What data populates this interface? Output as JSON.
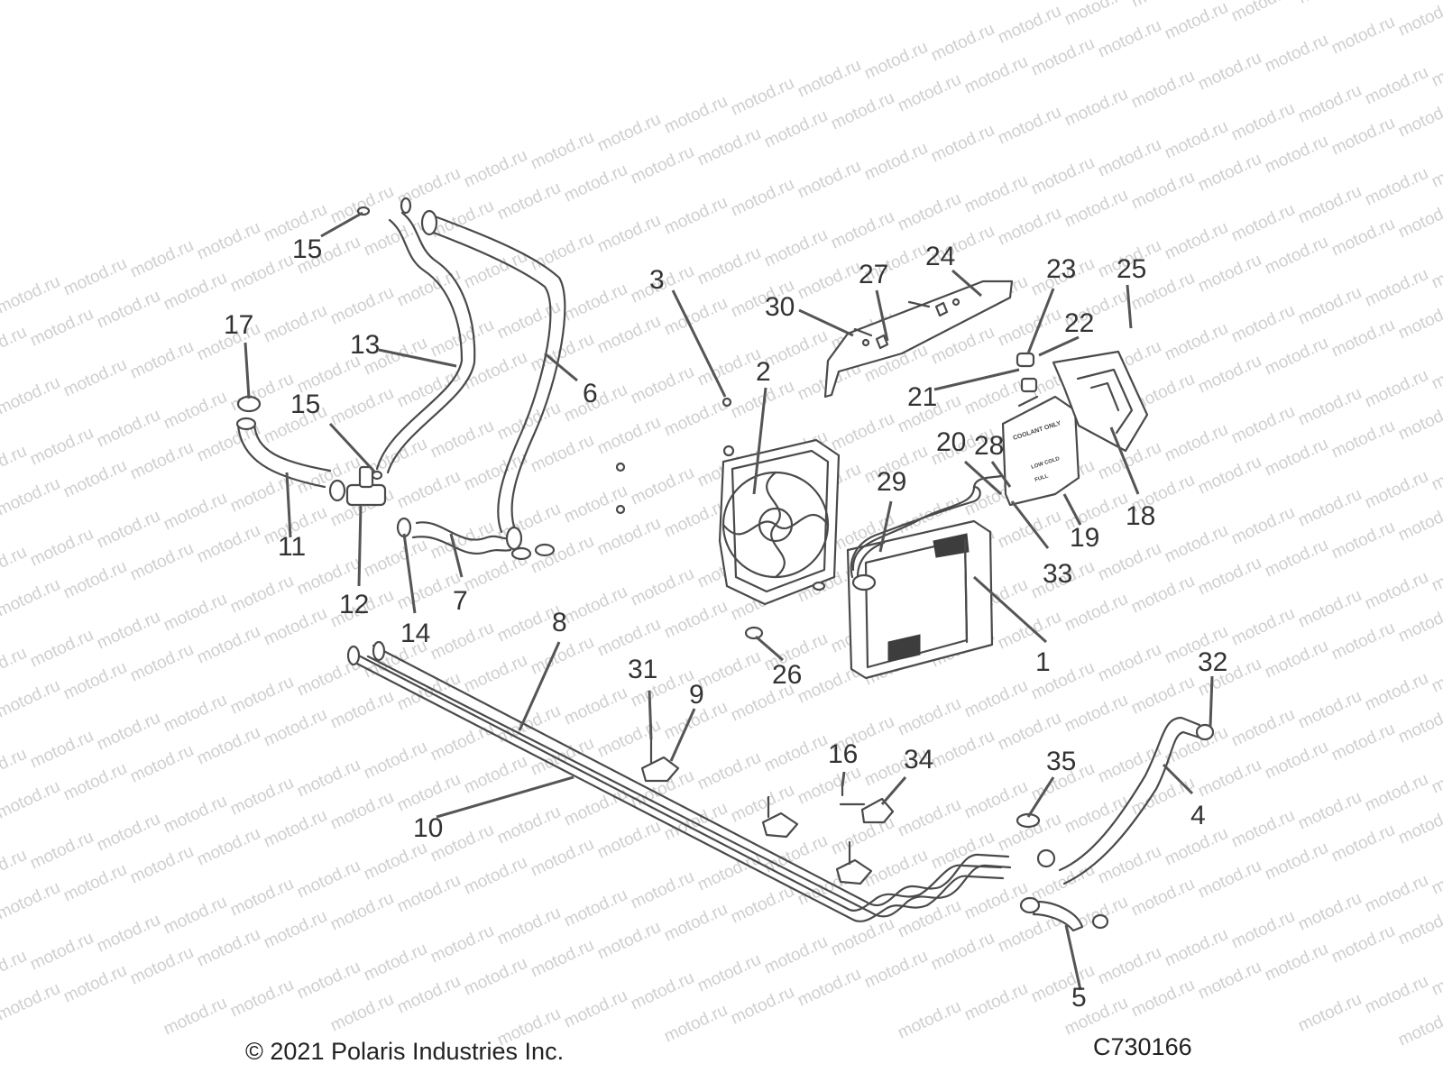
{
  "diagram": {
    "callouts": [
      {
        "id": "c1",
        "label": "1"
      },
      {
        "id": "c2",
        "label": "2"
      },
      {
        "id": "c3",
        "label": "3"
      },
      {
        "id": "c4",
        "label": "4"
      },
      {
        "id": "c5",
        "label": "5"
      },
      {
        "id": "c6",
        "label": "6"
      },
      {
        "id": "c7",
        "label": "7"
      },
      {
        "id": "c8",
        "label": "8"
      },
      {
        "id": "c9",
        "label": "9"
      },
      {
        "id": "c10",
        "label": "10"
      },
      {
        "id": "c11",
        "label": "11"
      },
      {
        "id": "c12",
        "label": "12"
      },
      {
        "id": "c13",
        "label": "13"
      },
      {
        "id": "c14",
        "label": "14"
      },
      {
        "id": "c15a",
        "label": "15"
      },
      {
        "id": "c15b",
        "label": "15"
      },
      {
        "id": "c16",
        "label": "16"
      },
      {
        "id": "c17",
        "label": "17"
      },
      {
        "id": "c18",
        "label": "18"
      },
      {
        "id": "c19",
        "label": "19"
      },
      {
        "id": "c20",
        "label": "20"
      },
      {
        "id": "c21",
        "label": "21"
      },
      {
        "id": "c22",
        "label": "22"
      },
      {
        "id": "c23",
        "label": "23"
      },
      {
        "id": "c24",
        "label": "24"
      },
      {
        "id": "c25",
        "label": "25"
      },
      {
        "id": "c26",
        "label": "26"
      },
      {
        "id": "c27",
        "label": "27"
      },
      {
        "id": "c28",
        "label": "28"
      },
      {
        "id": "c29",
        "label": "29"
      },
      {
        "id": "c30",
        "label": "30"
      },
      {
        "id": "c31",
        "label": "31"
      },
      {
        "id": "c32",
        "label": "32"
      },
      {
        "id": "c33",
        "label": "33"
      },
      {
        "id": "c34",
        "label": "34"
      },
      {
        "id": "c35",
        "label": "35"
      }
    ],
    "reservoir_text": [
      "COOLANT ONLY",
      "LOW COLD",
      "FULL"
    ],
    "copyright": "© 2021 Polaris Industries Inc.",
    "drawing_id": "C730166",
    "watermark": "motod.ru"
  }
}
